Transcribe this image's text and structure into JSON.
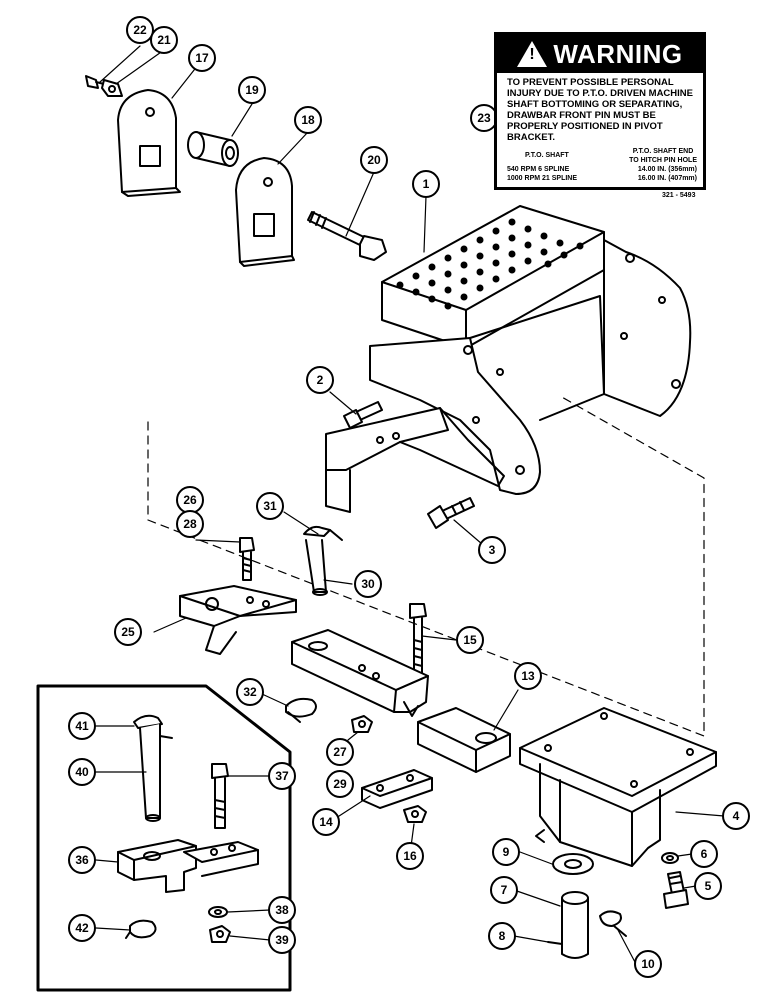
{
  "warning": {
    "title": "WARNING",
    "body": "TO PREVENT POSSIBLE PERSONAL INJURY DUE TO P.T.O. DRIVEN MACHINE SHAFT BOTTOMING OR SEPARATING, DRAWBAR FRONT PIN MUST BE PROPERLY POSITIONED IN PIVOT BRACKET.",
    "col1_header": "P.T.O. SHAFT",
    "col2_header_line1": "P.T.O. SHAFT END",
    "col2_header_line2": "TO HITCH PIN HOLE",
    "rows": [
      {
        "left": "540 RPM 6 SPLINE",
        "right": "14.00 IN. (356mm)"
      },
      {
        "left": "1000 RPM 21 SPLINE",
        "right": "16.00 IN. (407mm)"
      }
    ]
  },
  "reference_code": "321 - 5493",
  "callouts": [
    "1",
    "2",
    "3",
    "4",
    "5",
    "6",
    "7",
    "8",
    "9",
    "10",
    "13",
    "14",
    "15",
    "16",
    "17",
    "18",
    "19",
    "20",
    "21",
    "22",
    "23",
    "25",
    "26",
    "27",
    "28",
    "29",
    "30",
    "31",
    "32",
    "36",
    "37",
    "38",
    "39",
    "40",
    "41",
    "42"
  ]
}
